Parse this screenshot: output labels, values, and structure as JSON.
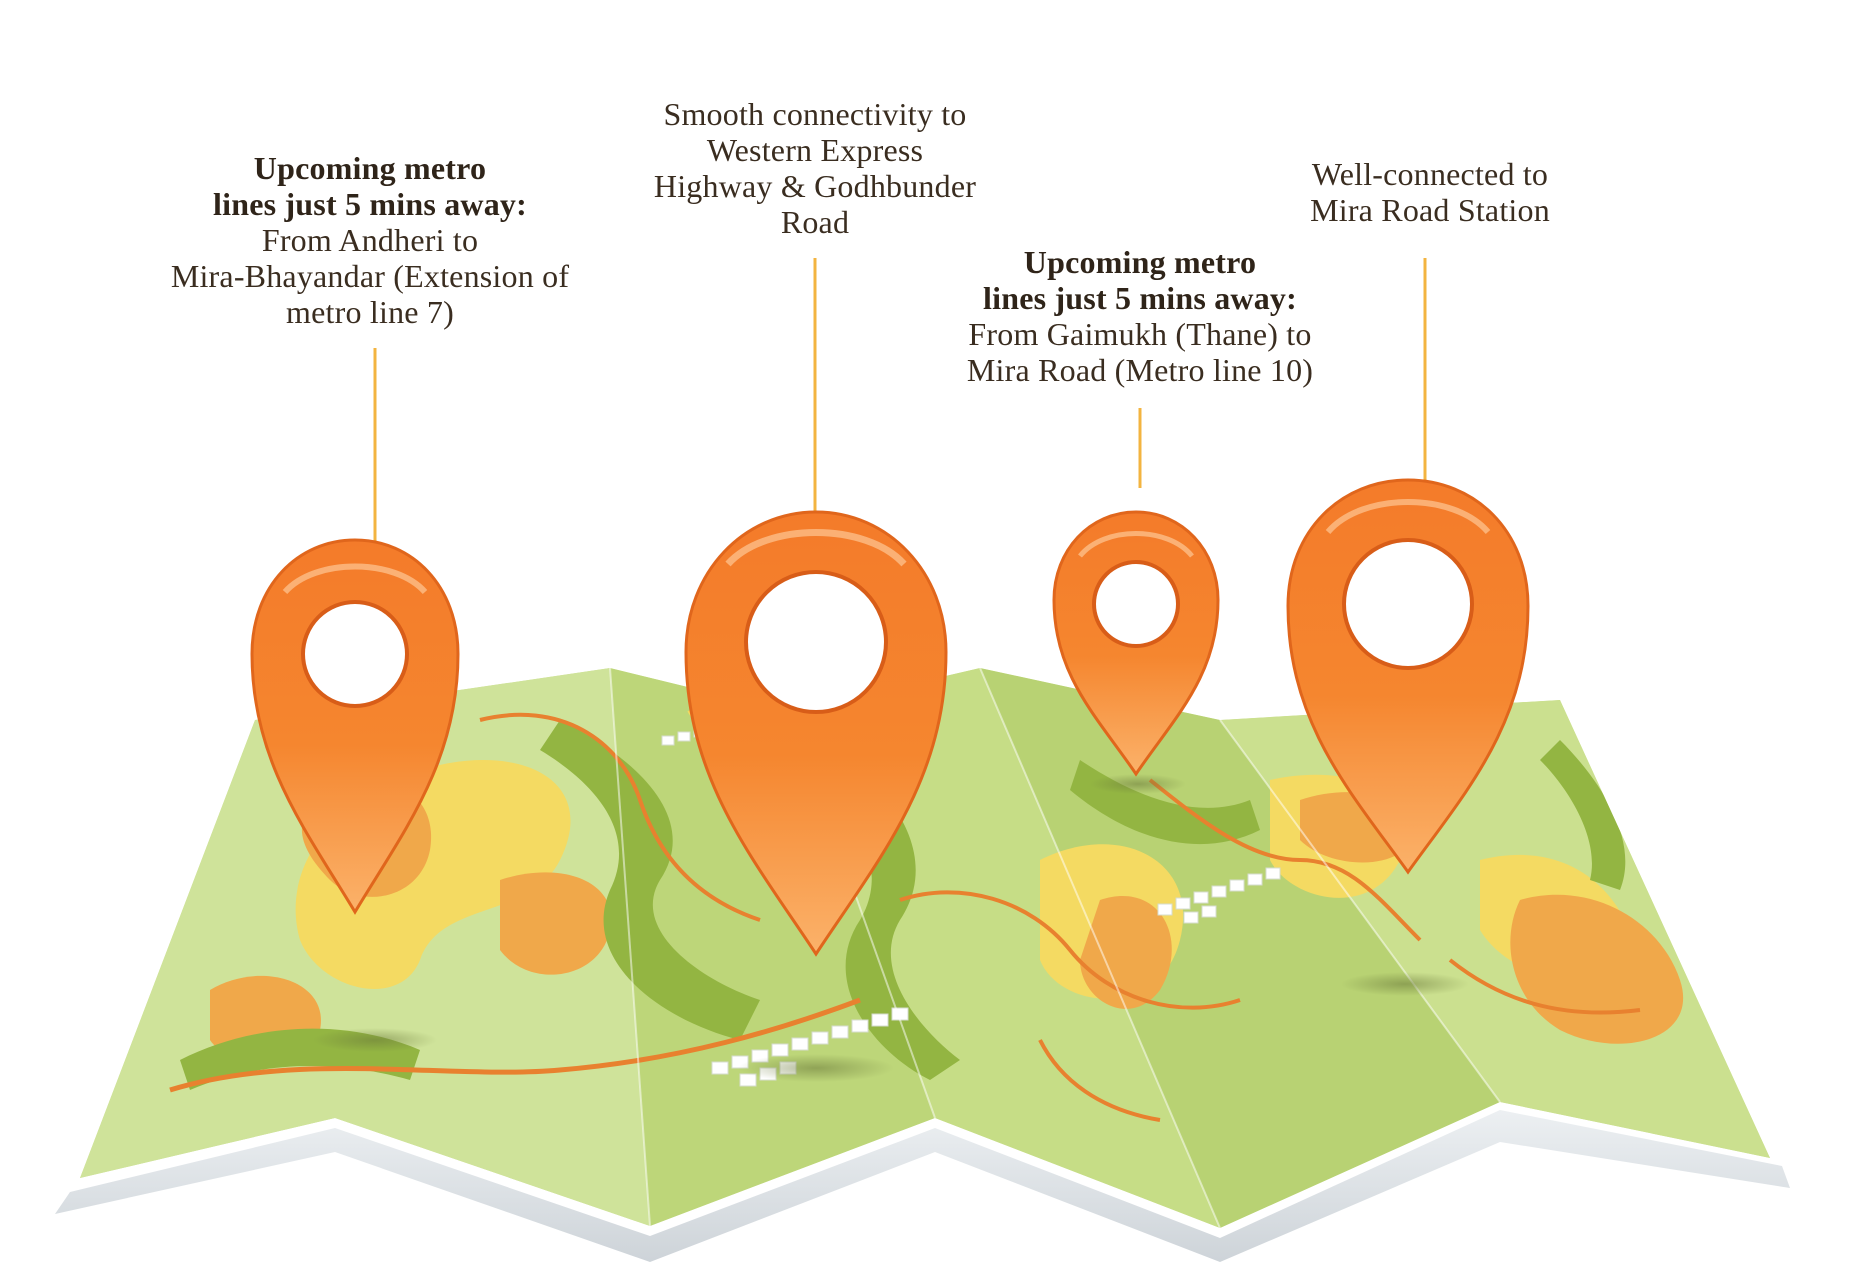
{
  "callouts": [
    {
      "heading_lines": [
        "Upcoming metro",
        "lines just 5 mins away:"
      ],
      "body_lines": [
        "From Andheri to",
        "Mira-Bhayandar (Extension of",
        "metro line 7)"
      ]
    },
    {
      "heading_lines": [],
      "body_lines": [
        "Smooth connectivity to",
        "Western Express",
        "Highway & Godhbunder",
        "Road"
      ]
    },
    {
      "heading_lines": [
        "Upcoming metro",
        "lines just 5 mins away:"
      ],
      "body_lines": [
        "From Gaimukh (Thane) to",
        "Mira Road (Metro line 10)"
      ]
    },
    {
      "heading_lines": [],
      "body_lines": [
        "Well-connected to",
        "Mira Road Station"
      ]
    }
  ],
  "colors": {
    "pin_orange": "#f07a2a",
    "pin_highlight": "#fbb36b",
    "leader_line": "#f3b440",
    "map_light_green": "#c9df8a",
    "map_dark_green": "#93b542",
    "map_yellow": "#f4da62",
    "map_orange": "#f0a84a",
    "text": "#3a2d20"
  },
  "icons": [
    "location-pin-icon"
  ]
}
